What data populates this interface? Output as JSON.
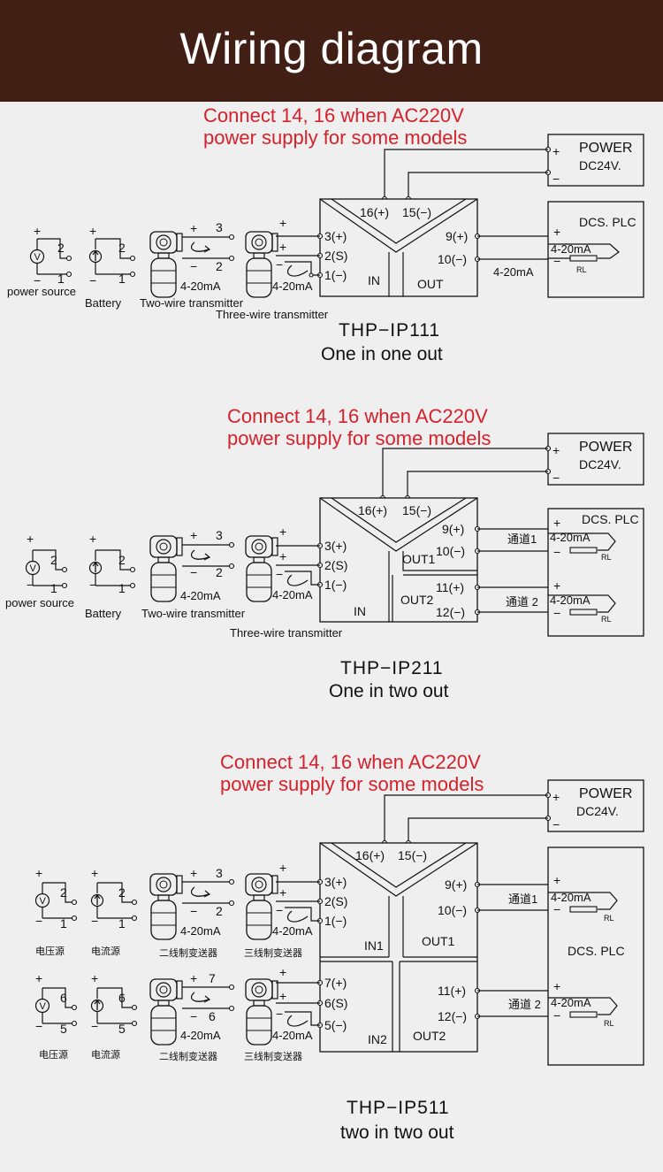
{
  "page": {
    "title": "Wiring diagram"
  },
  "note": {
    "line1": "Connect 14, 16 when AC220V",
    "line2": "power supply for some models"
  },
  "power": {
    "label": "POWER",
    "voltage": "DC24V.",
    "plus": "+",
    "minus": "−"
  },
  "dcs_label": "DCS. PLC",
  "signal": "4-20mA",
  "load": "RL",
  "terminals": {
    "t16": "16(+)",
    "t15": "15(−)",
    "t3": "3(+)",
    "t2": "2(S)",
    "t1": "1(−)",
    "t7": "7(+)",
    "t6": "6(S)",
    "t5": "5(−)",
    "t9": "9(+)",
    "t10": "10(−)",
    "t11": "11(+)",
    "t12": "12(−)"
  },
  "io": {
    "in": "IN",
    "out": "OUT",
    "out1": "OUT1",
    "out2": "OUT2",
    "in1": "IN1",
    "in2": "IN2"
  },
  "channel1": "通道1",
  "channel2": "通道 2",
  "sources_en": {
    "voltage": "power source",
    "current": "Battery",
    "two_wire": "Two-wire transmitter",
    "three_wire": "Three-wire transmitter"
  },
  "sources_cn": {
    "voltage": "电压源",
    "current": "电流源",
    "two_wire": "二线制变送器",
    "three_wire": "三线制变送器"
  },
  "models": [
    {
      "name": "THP−IP111",
      "desc": "One in one out"
    },
    {
      "name": "THP−IP211",
      "desc": "One in two out"
    },
    {
      "name": "THP−IP511",
      "desc": "two in two out"
    }
  ]
}
